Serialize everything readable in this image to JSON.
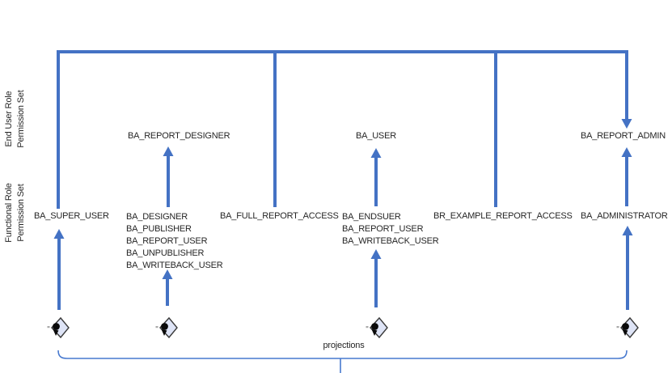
{
  "accent_color": "#4472C4",
  "text_color": "#262626",
  "side_labels": {
    "end_user": "End User Role\nPermission Set",
    "functional": "Functional Role\nPermission Set"
  },
  "end_user_roles": {
    "report_designer": "BA_REPORT_DESIGNER",
    "user": "BA_USER",
    "report_admin": "BA_REPORT_ADMIN"
  },
  "functional_roles": {
    "super_user": "BA_SUPER_USER",
    "designer_group": [
      "BA_DESIGNER",
      "BA_PUBLISHER",
      "BA_REPORT_USER",
      "BA_UNPUBLISHER",
      "BA_WRITEBACK_USER"
    ],
    "full_report_access": "BA_FULL_REPORT_ACCESS",
    "endsuer_group": [
      "BA_ENDSUER",
      "BA_REPORT_USER",
      "BA_WRITEBACK_USER"
    ],
    "example_report_access": "BR_EXAMPLE_REPORT_ACCESS",
    "administrator": "BA_ADMINISTRATOR"
  },
  "bottom": {
    "brace_label": "projections"
  },
  "icons": {
    "projection_node": "projection-node-icon"
  }
}
